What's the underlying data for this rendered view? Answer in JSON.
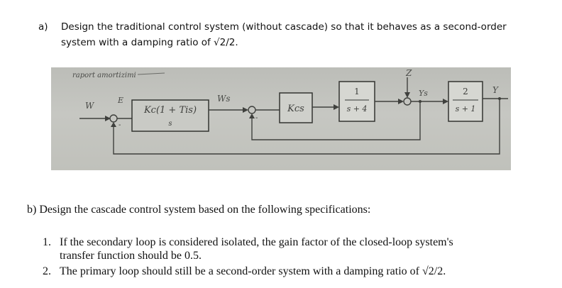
{
  "part_a": {
    "label": "a)",
    "line1": "Design the traditional control system (without cascade) so that it behaves as a second-order",
    "line2": "system with a damping ratio of √2/2."
  },
  "diagram": {
    "handwritten_note": "raport amortizimi",
    "signals": {
      "w": "W",
      "e": "E",
      "ws": "Ws",
      "z": "Z",
      "ys": "Ys",
      "y": "Y"
    },
    "controller_numerator": "Kc(1 + Tis)",
    "controller_denominator": "s",
    "secondary_controller": "Kcs",
    "plant1_numerator": "1",
    "plant1_denominator": "s + 4",
    "plant2_numerator": "2",
    "plant2_denominator": "s + 1",
    "sign_minus": "-"
  },
  "part_b": {
    "title": "b) Design the cascade control system based on the following specifications:",
    "items": [
      {
        "num": "1.",
        "line1": "If the secondary loop is considered isolated, the gain factor of the closed-loop system's",
        "line2": "transfer function should be 0.5."
      },
      {
        "num": "2.",
        "line1": "The primary loop should still be a second-order system with a damping ratio of √2/2."
      }
    ]
  }
}
